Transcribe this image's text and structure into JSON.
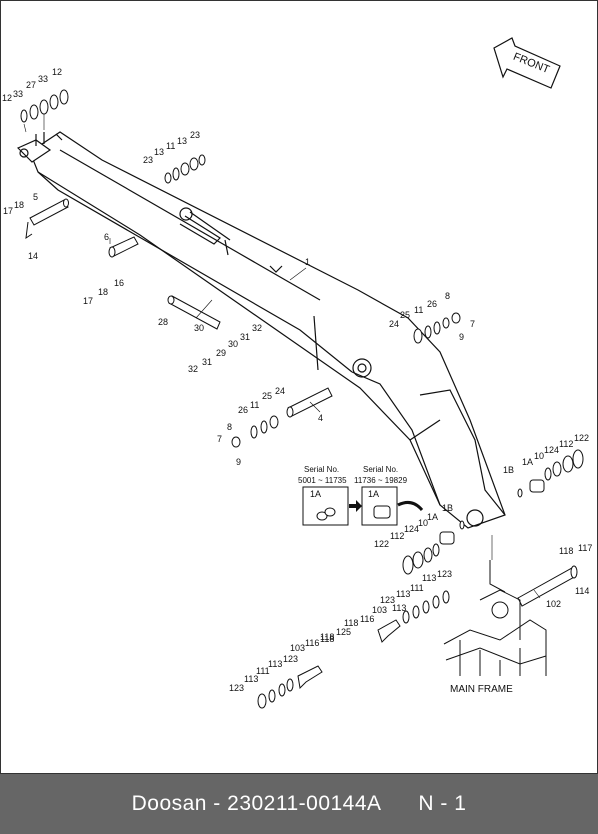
{
  "front_label": "FRONT",
  "serial_box_left": {
    "title": "Serial No.",
    "range": "5001 ~ 11735",
    "part": "1A"
  },
  "serial_box_right": {
    "title": "Serial No.",
    "range": "11736 ~ 19829",
    "part": "1A"
  },
  "main_frame_label": "MAIN FRAME",
  "footer": {
    "text": "Doosan - 230211-00144A      N - 1"
  },
  "callouts": {
    "c1": "12",
    "c2": "33",
    "c3": "27",
    "c4": "33",
    "c5": "12",
    "c6": "23",
    "c7": "13",
    "c8": "11",
    "c9": "13",
    "c10": "23",
    "c11": "17",
    "c12": "18",
    "c13": "5",
    "c14": "14",
    "c15": "6",
    "c16": "17",
    "c17": "18",
    "c18": "16",
    "c19": "1",
    "c20": "28",
    "c21": "30",
    "c22": "32",
    "c23": "30",
    "c24": "31",
    "c25": "29",
    "c26": "32",
    "c27": "31",
    "c28": "8",
    "c29": "25",
    "c30": "11",
    "c31": "26",
    "c32": "24",
    "c33": "7",
    "c34": "9",
    "c35": "4",
    "c36": "25",
    "c37": "24",
    "c38": "26",
    "c39": "11",
    "c40": "8",
    "c41": "7",
    "c42": "9",
    "c43": "1B",
    "c44": "1A",
    "c45": "10",
    "c46": "124",
    "c47": "112",
    "c48": "122",
    "c49": "1B",
    "c50": "1A",
    "c51": "10",
    "c52": "124",
    "c53": "112",
    "c54": "122",
    "c55": "118",
    "c56": "117",
    "c57": "114",
    "c58": "102",
    "c59": "113",
    "c60": "111",
    "c61": "113",
    "c62": "123",
    "c63": "123",
    "c64": "113",
    "c65": "118",
    "c66": "116",
    "c67": "103",
    "c68": "118",
    "c69": "125",
    "c70": "103",
    "c71": "116",
    "c72": "118",
    "c73": "123",
    "c74": "113",
    "c75": "111",
    "c76": "113",
    "c77": "123"
  }
}
